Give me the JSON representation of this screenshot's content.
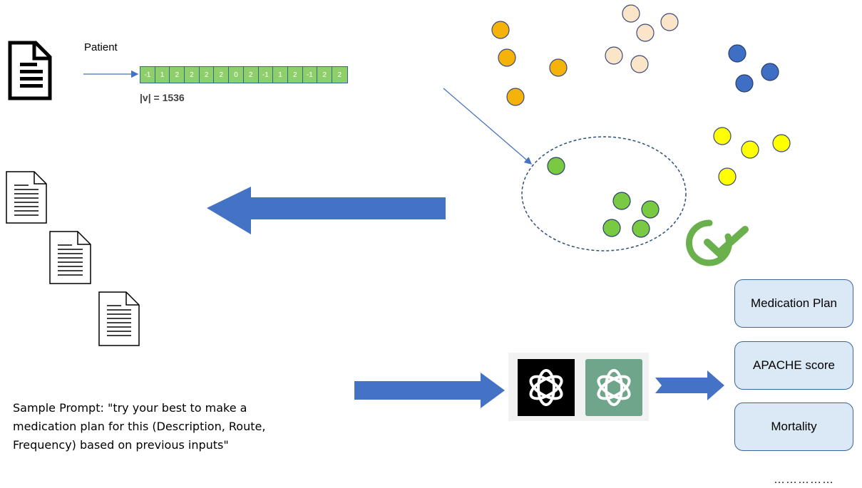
{
  "patient_label": "Patient",
  "vector": {
    "values": [
      "-1",
      "1",
      "2",
      "2",
      "2",
      "2",
      "0",
      "2",
      "-1",
      "1",
      "2",
      "-1",
      "2",
      "2"
    ],
    "size_label": "|v| = 1536"
  },
  "prompt": {
    "text": "Sample Prompt: \"try your best to make a medication plan for this (Description, Route, Frequency) based on previous inputs\""
  },
  "outputs": [
    {
      "label": "Medication Plan"
    },
    {
      "label": "APACHE score"
    },
    {
      "label": "Mortality"
    }
  ],
  "outputs_more": "……………",
  "colors": {
    "vector_cell": "#8fcf6b",
    "arrow": "#4472c4",
    "cluster_orange": "#f5b30a",
    "cluster_cream": "#fbe5c8",
    "cluster_blue": "#3f6fc4",
    "cluster_yellow": "#ffff00",
    "cluster_green": "#7ac943",
    "check": "#6ab04c",
    "output_box_fill": "#dbe9f7",
    "logo_dark": "#000000",
    "logo_green": "#6fa58a"
  },
  "icons": {
    "patient_document": "document-icon",
    "retrieved_documents": "document-icon",
    "ai_models": "openai-logo-icon",
    "selection": "check-circle-icon"
  }
}
